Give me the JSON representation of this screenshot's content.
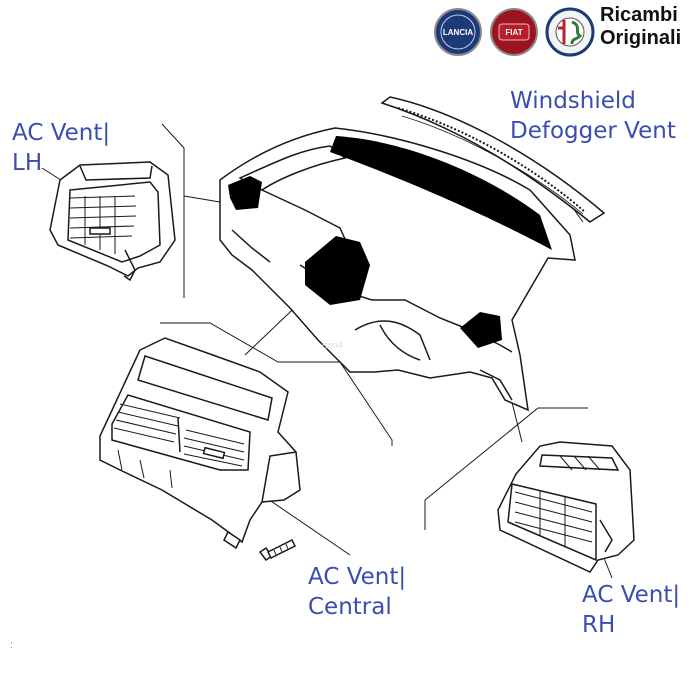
{
  "branding": {
    "badges": [
      "LANCIA",
      "FIAT",
      "ALFA ROMEO"
    ],
    "line1": "Ricambi",
    "line2": "Originali"
  },
  "labels": {
    "windshield": [
      "Windshield",
      "Defogger Vent"
    ],
    "lh": [
      "AC Vent|",
      "LH"
    ],
    "central": [
      "AC Vent|",
      "Central"
    ],
    "rh": [
      "AC Vent|",
      "RH"
    ]
  },
  "watermark": "rpm4",
  "colors": {
    "label": "#3a4db0",
    "line": "#1a1a1a"
  }
}
